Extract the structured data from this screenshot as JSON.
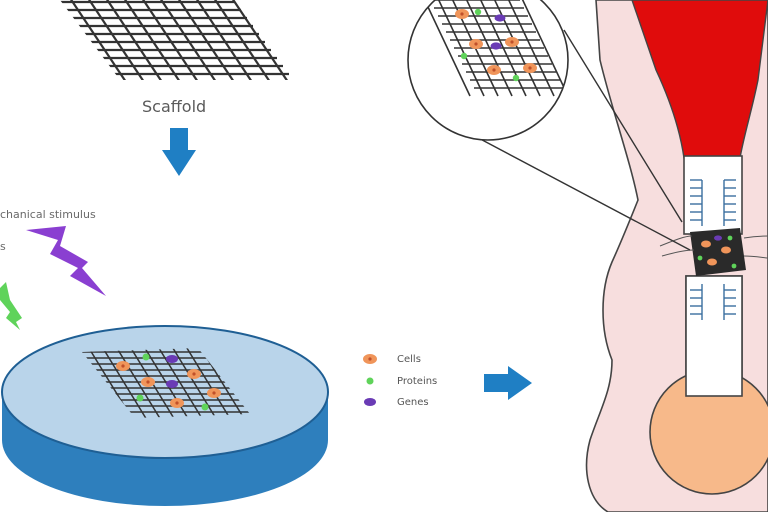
{
  "labels": {
    "scaffold": "Scaffold",
    "stimulus_partial": "chanical stimulus",
    "stimulus_partial_2": "s"
  },
  "legend": [
    {
      "key": "cells",
      "label": "Cells",
      "color": "#f0955a",
      "icon": "cell-icon"
    },
    {
      "key": "proteins",
      "label": "Proteins",
      "color": "#5fd35a",
      "icon": "protein-dot-icon"
    },
    {
      "key": "genes",
      "label": "Genes",
      "color": "#6a3bb5",
      "icon": "gene-icon"
    }
  ],
  "colors": {
    "arrow_blue": "#1f7fc4",
    "dish_top": "#b9d4ea",
    "dish_side": "#2e7fbd",
    "stimulus_purple": "#8a3fd1",
    "stimulus_green": "#5fd35a",
    "muscle_red": "#e00c0c",
    "tissue_pink": "#f7dede",
    "bone_orange": "#f7b98a",
    "scaffold_line": "#333333"
  }
}
